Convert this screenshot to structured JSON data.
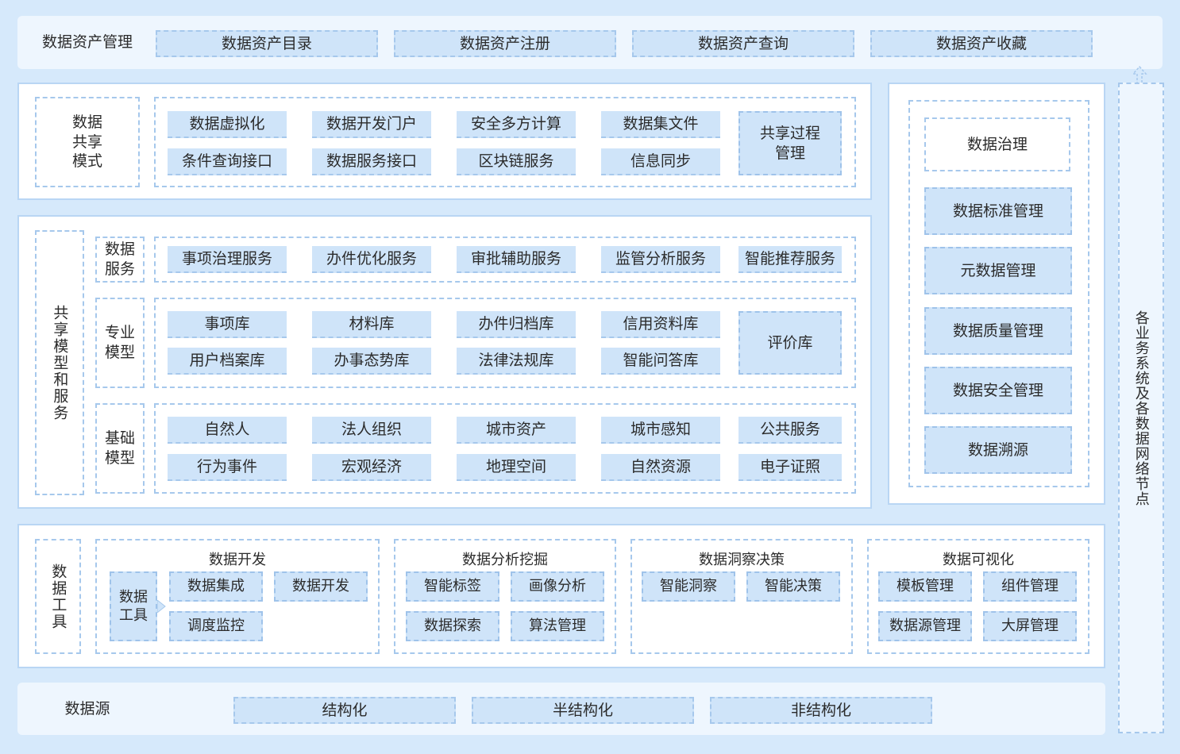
{
  "asset_mgmt": {
    "title": "数据资产管理",
    "items": [
      "数据资产目录",
      "数据资产注册",
      "数据资产查询",
      "数据资产收藏"
    ]
  },
  "share_mode": {
    "title": "数据\n共享\n模式",
    "row1": [
      "数据虚拟化",
      "数据开发门户",
      "安全多方计算",
      "数据集文件"
    ],
    "row2": [
      "条件查询接口",
      "数据服务接口",
      "区块链服务",
      "信息同步"
    ],
    "side": "共享过程\n管理"
  },
  "shared_models": {
    "title": "共享模型和服务",
    "data_service": {
      "label": "数据\n服务",
      "items": [
        "事项治理服务",
        "办件优化服务",
        "审批辅助服务",
        "监管分析服务",
        "智能推荐服务"
      ]
    },
    "pro_model": {
      "label": "专业\n模型",
      "row1": [
        "事项库",
        "材料库",
        "办件归档库",
        "信用资料库"
      ],
      "row2": [
        "用户档案库",
        "办事态势库",
        "法律法规库",
        "智能问答库"
      ],
      "side": "评价库"
    },
    "base_model": {
      "label": "基础\n模型",
      "row1": [
        "自然人",
        "法人组织",
        "城市资产",
        "城市感知",
        "公共服务"
      ],
      "row2": [
        "行为事件",
        "宏观经济",
        "地理空间",
        "自然资源",
        "电子证照"
      ]
    }
  },
  "governance": {
    "title": "数据治理",
    "items": [
      "数据标准管理",
      "元数据管理",
      "数据质量管理",
      "数据安全管理",
      "数据溯源"
    ]
  },
  "network_nodes": "各业务系统及各数据网络节点",
  "tools": {
    "title": "数据工具",
    "dev": {
      "title": "数据开发",
      "hub": "数据\n工具",
      "items": [
        "数据集成",
        "数据开发",
        "调度监控"
      ]
    },
    "mining": {
      "title": "数据分析挖掘",
      "items": [
        "智能标签",
        "画像分析",
        "数据探索",
        "算法管理"
      ]
    },
    "insight": {
      "title": "数据洞察决策",
      "items": [
        "智能洞察",
        "智能决策"
      ]
    },
    "visual": {
      "title": "数据可视化",
      "items": [
        "模板管理",
        "组件管理",
        "数据源管理",
        "大屏管理"
      ]
    }
  },
  "data_source": {
    "title": "数据源",
    "items": [
      "结构化",
      "半结构化",
      "非结构化"
    ]
  }
}
